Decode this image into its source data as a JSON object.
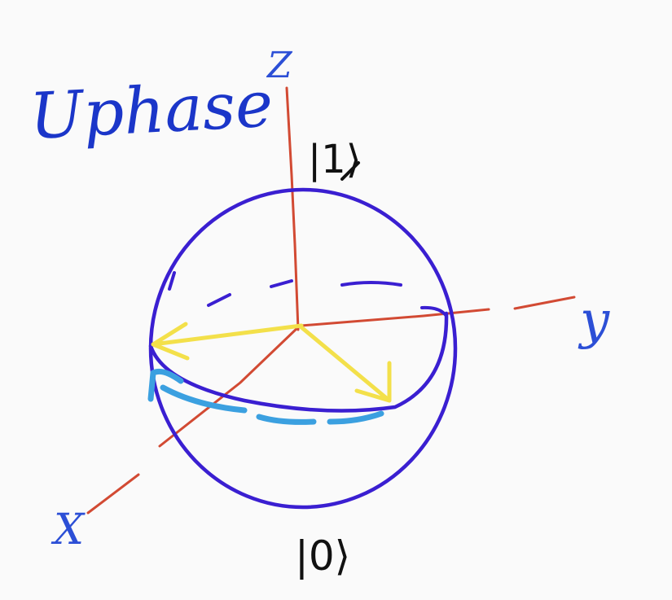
{
  "title": "Uphase",
  "axes": {
    "x_label": "X",
    "y_label": "y",
    "z_label": "Z"
  },
  "states": {
    "top": "|1⟩",
    "bottom": "|0⟩"
  },
  "colors": {
    "title": "#1b36c9",
    "axis": "#d24a33",
    "sphere": "#3a1fd1",
    "vector": "#f3e04a",
    "rotation_arrow": "#3ba0e0",
    "ket": "#111111",
    "axis_label": "#2c4fd6"
  }
}
